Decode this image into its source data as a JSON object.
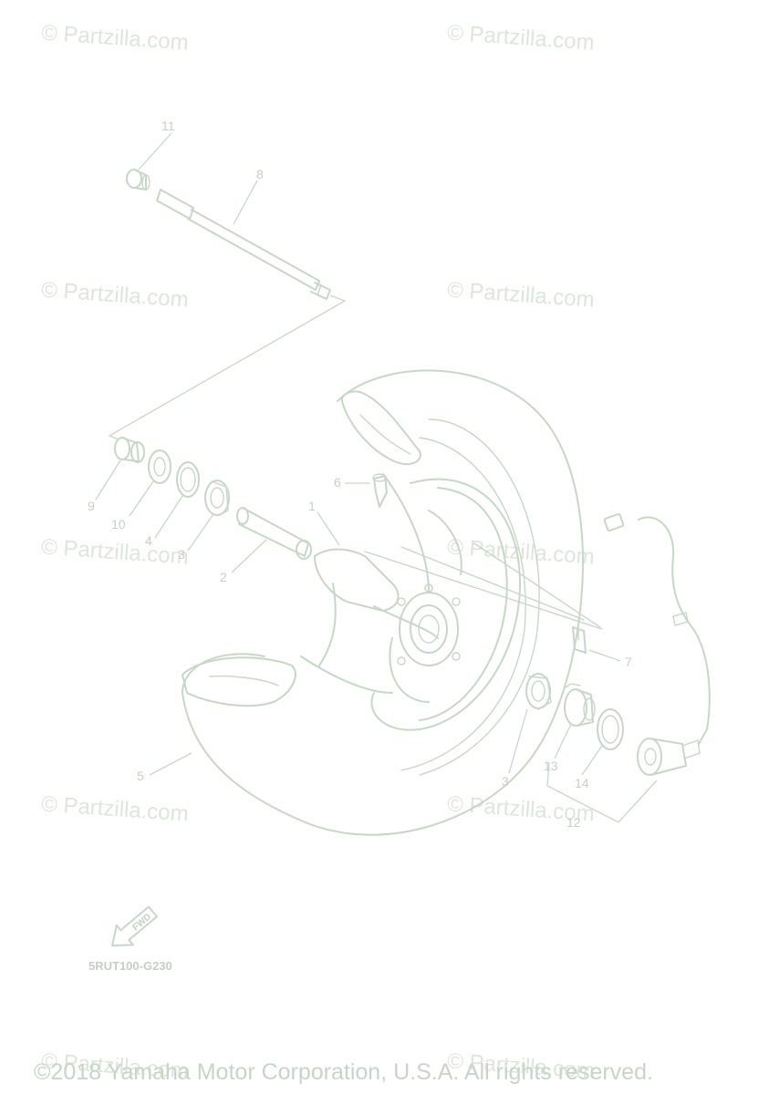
{
  "watermark_text": "© Partzilla.com",
  "diagram_code": "5RUT100-G230",
  "copyright": "©2018 Yamaha Motor Corporation, U.S.A. All rights reserved.",
  "fwd_label": "FWD",
  "callouts": {
    "c1": "1",
    "c2": "2",
    "c3a": "3",
    "c3b": "3",
    "c4": "4",
    "c5": "5",
    "c6": "6",
    "c7": "7",
    "c8": "8",
    "c9": "9",
    "c10": "10",
    "c11": "11",
    "c12": "12",
    "c13": "13",
    "c14": "14"
  },
  "colors": {
    "line": "#c8d6c8",
    "watermark": "#dde6dd",
    "text": "#c4d0c4"
  }
}
